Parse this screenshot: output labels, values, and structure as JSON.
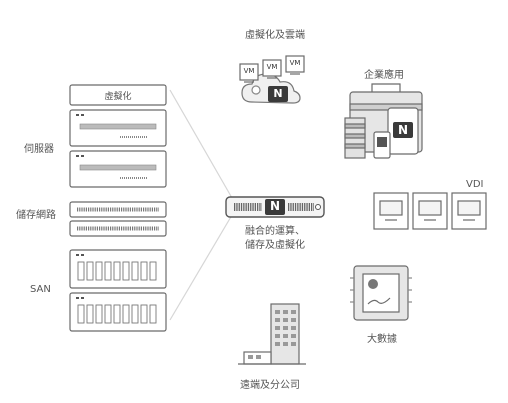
{
  "labels": {
    "virtualization_cloud": "虛擬化及雲端",
    "enterprise_apps": "企業應用",
    "vdi": "VDI",
    "big_data": "大數據",
    "remote_branch": "遠端及分公司",
    "servers": "伺服器",
    "storage_network": "儲存網路",
    "san": "SAN",
    "virtualization_bar": "虛擬化",
    "center_line1": "融合的運算、",
    "center_line2": "儲存及虛擬化"
  },
  "vm_badges": [
    "VM",
    "VM",
    "VM"
  ],
  "center_logo": "N",
  "enterprise_logo": "N",
  "cloud_logo": "N",
  "colors": {
    "stroke": "#6b6b6b",
    "light": "#d9d9d9",
    "fill": "#f2f2f2",
    "dark": "#444444"
  }
}
